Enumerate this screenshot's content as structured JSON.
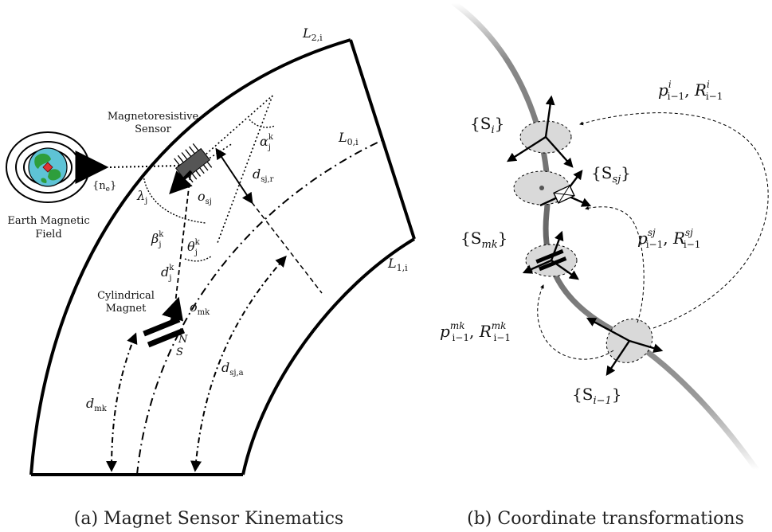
{
  "panel_a": {
    "caption": "(a)  Magnet Sensor Kinematics",
    "labels": {
      "l2": "L",
      "l2_sub": "2,i",
      "l0": "L",
      "l0_sub": "0,i",
      "l1": "L",
      "l1_sub": "1,i",
      "sensor_line1": "Magnetoresistive",
      "sensor_line2": "Sensor",
      "earth_line1": "Earth Magnetic",
      "earth_line2": "Field",
      "ne": "{n",
      "ne_sub": "e",
      "ne_close": "}",
      "magnet_line1": "Cylindrical",
      "magnet_line2": "Magnet",
      "alpha": "α",
      "alpha_sub": "j",
      "alpha_sup": "k",
      "beta": "β",
      "beta_sub": "j",
      "beta_sup": "k",
      "theta": "θ",
      "theta_sub": "j",
      "theta_sup": "k",
      "lambda": "λ",
      "lambda_sub": "j",
      "d_jk": "d",
      "d_jk_sub": "j",
      "d_jk_sup": "k",
      "o_s": "o",
      "o_s_sub": "sj",
      "o_m": "o",
      "o_m_sub": "mk",
      "d_sr": "d",
      "d_sr_sub": "sj,r",
      "d_sa": "d",
      "d_sa_sub": "sj,a",
      "d_m": "d",
      "d_m_sub": "mk",
      "north": "N",
      "south": "S"
    }
  },
  "panel_b": {
    "caption": "(b)  Coordinate transformations",
    "labels": {
      "s_i": "{S",
      "s_i_sub": "i",
      "s_sj": "{S",
      "s_sj_sub": "sj",
      "s_mk": "{S",
      "s_mk_sub": "mk",
      "s_im1": "{S",
      "s_im1_sub": "i−1",
      "close": "}",
      "p_top": "p",
      "p_top_sub": "i−1",
      "p_top_sup": "i",
      "r_top": "R",
      "r_top_sub": "i−1",
      "r_top_sup": "i",
      "p_mid": "p",
      "p_mid_sub": "i−1",
      "p_mid_sup": "sj",
      "r_mid": "R",
      "r_mid_sub": "i−1",
      "r_mid_sup": "sj",
      "p_bot": "p",
      "p_bot_sub": "i−1",
      "p_bot_sup": "mk",
      "r_bot": "R",
      "r_bot_sub": "i−1",
      "r_bot_sup": "mk"
    }
  },
  "colors": {
    "ink": "#000000",
    "earth_ocean": "#5ec3d6",
    "earth_land": "#2e9e3c",
    "ellipse_fill": "#d9d9d9",
    "backbone": "#777777"
  }
}
